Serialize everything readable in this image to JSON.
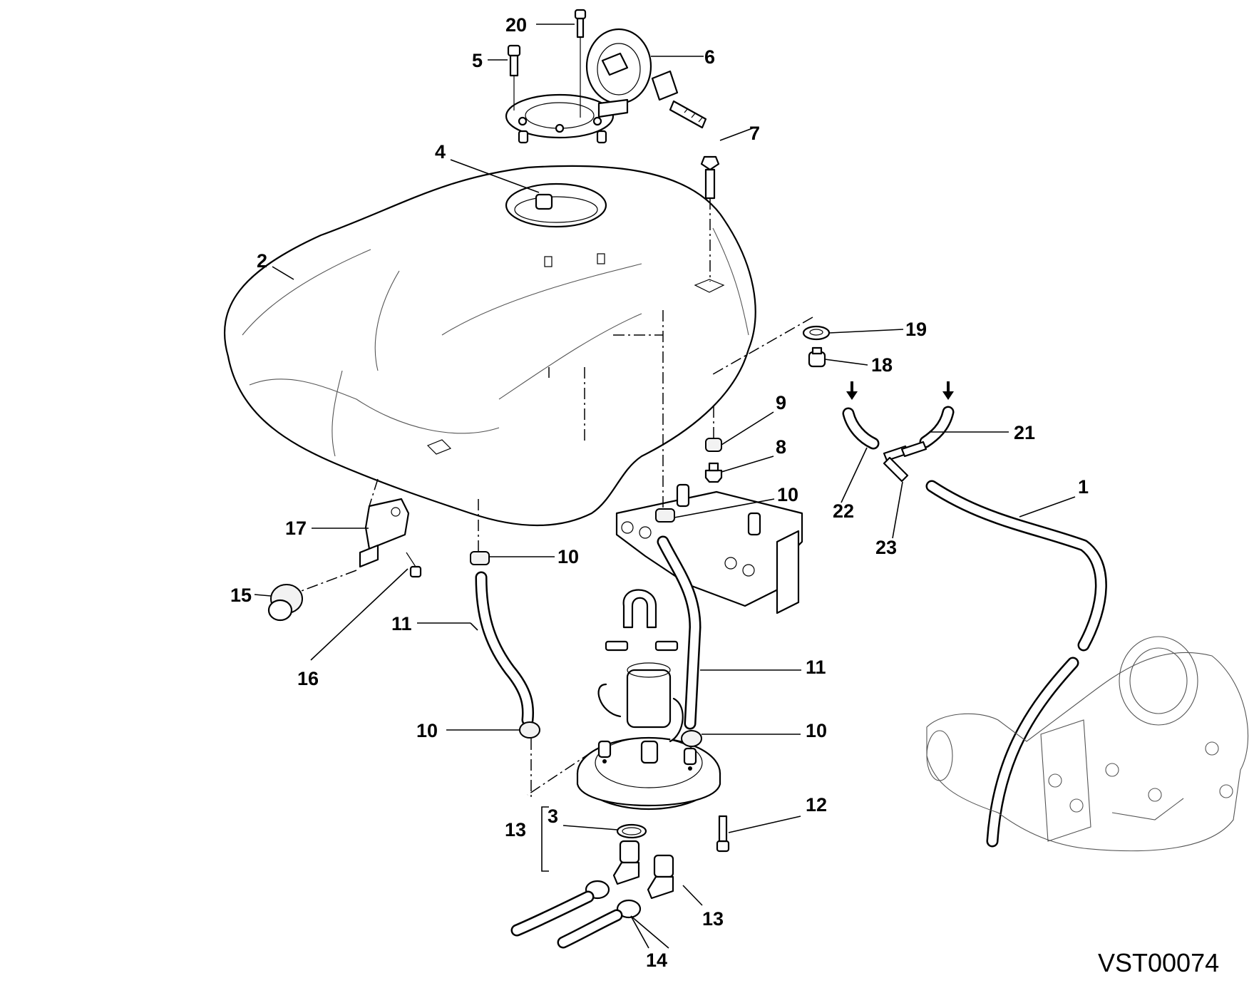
{
  "diagram": {
    "code": "VST00074",
    "callouts": [
      "20",
      "5",
      "6",
      "7",
      "4",
      "2",
      "19",
      "18",
      "9",
      "21",
      "8",
      "10",
      "22",
      "23",
      "1",
      "17",
      "10",
      "15",
      "11",
      "16",
      "11",
      "10",
      "10",
      "12",
      "13",
      "3",
      "13",
      "14"
    ]
  }
}
